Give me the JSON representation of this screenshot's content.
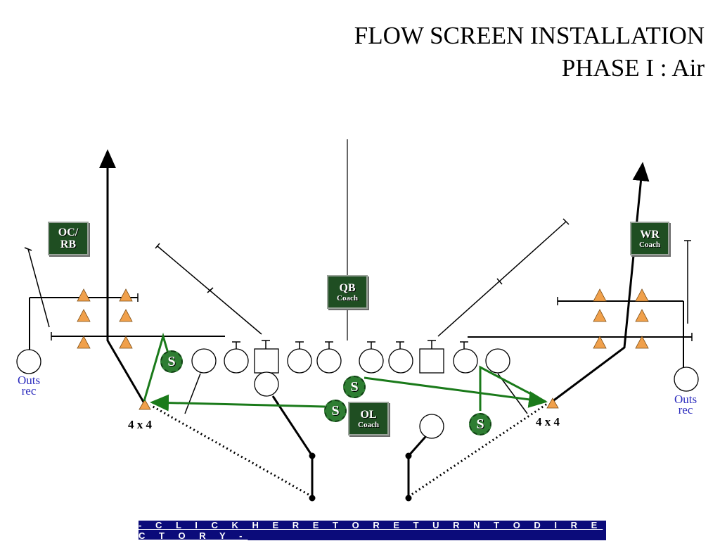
{
  "title": {
    "line1": "FLOW SCREEN INSTALLATION",
    "line2": "PHASE I : Air"
  },
  "coaches": {
    "oc_rb": {
      "line1": "OC/",
      "line2": "RB"
    },
    "qb": {
      "line1": "QB",
      "line2": "Coach"
    },
    "wr": {
      "line1": "WR",
      "line2": "Coach"
    },
    "ol": {
      "line1": "OL",
      "line2": "Coach"
    }
  },
  "side_labels": {
    "left": {
      "line1": "Outs",
      "line2": "rec"
    },
    "right": {
      "line1": "Outs",
      "line2": "rec"
    }
  },
  "drill_labels": {
    "left": "4 x 4",
    "right": "4 x 4"
  },
  "safety_label": "S",
  "navigation": {
    "directory_link": "- C L I C K   H E R E   T O   R E T U R N   T O   D I R E C T O R Y -"
  },
  "colors": {
    "field_line": "#000000",
    "coach_box": "#1f4e22",
    "safety_marker": "#2e7d32",
    "route_green": "#1a7a1a",
    "cone": "#f0a04b",
    "label_blue": "#2b2bbd",
    "nav_bar": "#0b0b7a"
  }
}
